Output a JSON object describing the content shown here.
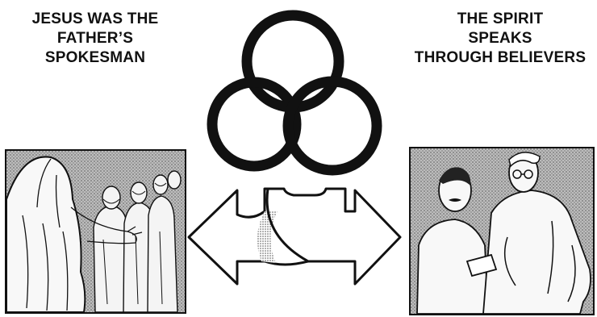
{
  "left_caption": {
    "line1": "JESUS WAS THE",
    "line2": "FATHER’S",
    "line3": "SPOKESMAN"
  },
  "right_caption": {
    "line1": "THE SPIRIT",
    "line2": "SPEAKS",
    "line3": "THROUGH BELIEVERS"
  },
  "icons": {
    "trinity": "three-interlocking-rings-icon",
    "arrow": "double-headed-arrow-icon"
  },
  "colors": {
    "ink": "#111111",
    "background": "#ffffff",
    "shade": "#9a9a9a"
  }
}
